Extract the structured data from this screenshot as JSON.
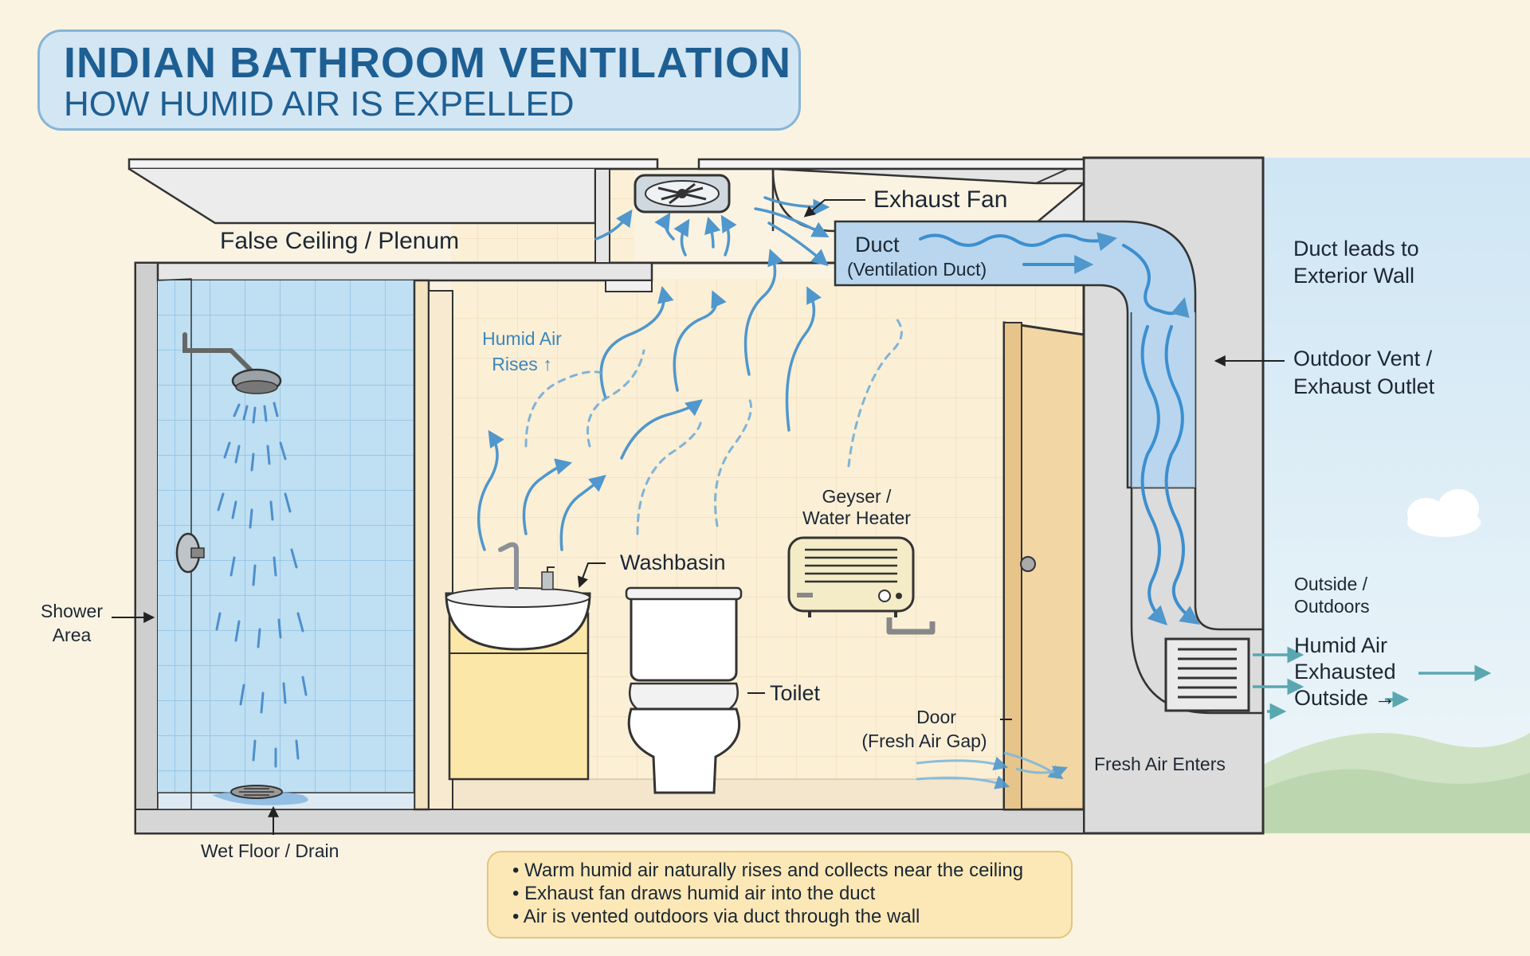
{
  "title": {
    "main": "INDIAN BATHROOM VENTILATION",
    "sub": "HOW HUMID AIR IS EXPELLED"
  },
  "labels": {
    "false_ceiling": "False Ceiling / Plenum",
    "exhaust_fan": "Exhaust Fan",
    "duct": "Duct",
    "duct_sub": "(Ventilation Duct)",
    "duct_leads_l1": "Duct leads to",
    "duct_leads_l2": "Exterior Wall",
    "outdoor_vent_l1": "Outdoor Vent /",
    "outdoor_vent_l2": "Exhaust Outlet",
    "humid_air_rises_l1": "Humid Air",
    "humid_air_rises_l2": "Rises ↑",
    "geyser_l1": "Geyser /",
    "geyser_l2": "Water Heater",
    "washbasin": "Washbasin",
    "toilet": "Toilet",
    "shower_l1": "Shower",
    "shower_l2": "Area",
    "door_l1": "Door",
    "door_l2": "(Fresh Air Gap)",
    "fresh_air": "Fresh Air Enters",
    "outside_l1": "Outside /",
    "outside_l2": "Outdoors",
    "exhausted_l1": "Humid Air",
    "exhausted_l2": "Exhausted",
    "exhausted_l3": "Outside →",
    "wet_floor": "Wet Floor / Drain"
  },
  "notes": [
    "Warm humid air naturally rises and collects near the ceiling",
    "Exhaust fan draws humid air into the duct",
    "Air is vented outdoors via duct through the wall"
  ],
  "icons": {
    "fan": "exhaust-fan-icon",
    "shower": "shower-head-icon",
    "geyser": "geyser-icon",
    "toilet": "toilet-icon",
    "washbasin": "washbasin-icon",
    "vent": "outdoor-vent-icon",
    "cloud": "cloud-icon"
  },
  "colors": {
    "title_text": "#1e5f93",
    "title_box": "#d3e6f3",
    "airflow": "#5a9fd0",
    "tiles": "#bcdcf0",
    "wall": "#dcdcdc",
    "sky": "#d9ecf6",
    "notes_box": "#fbe8b6"
  }
}
